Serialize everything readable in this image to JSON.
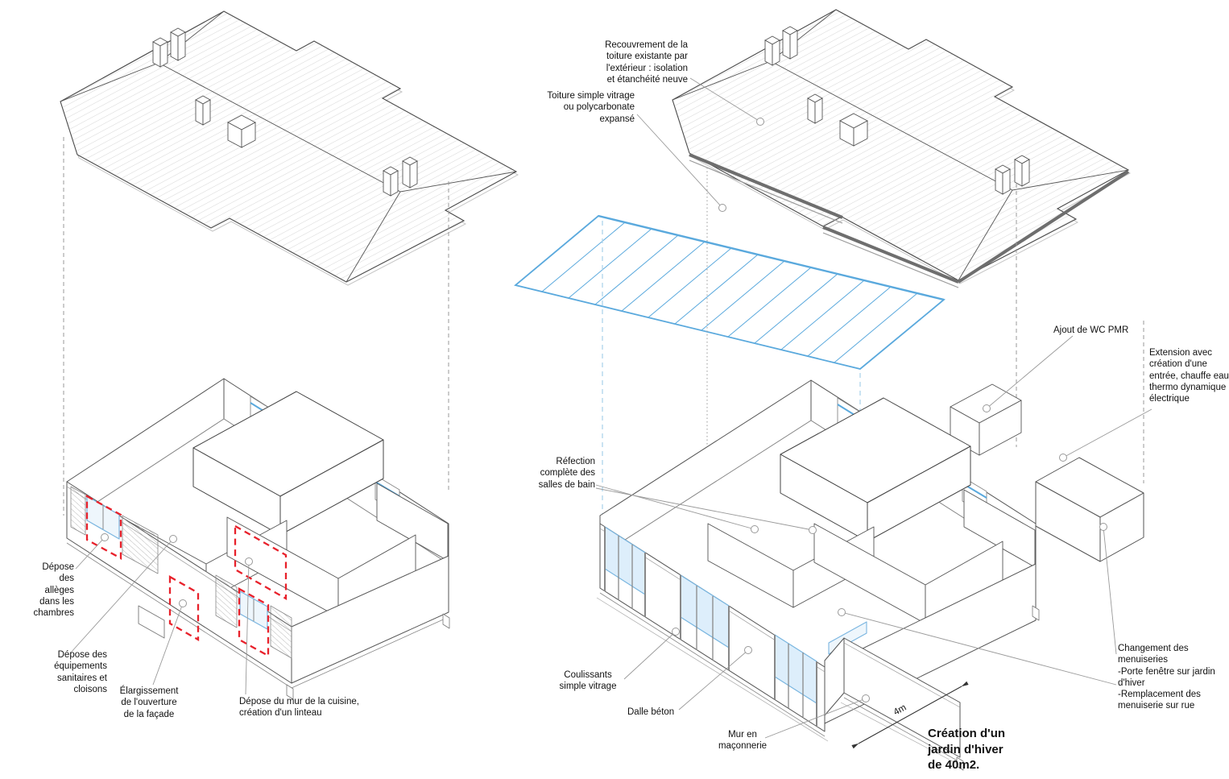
{
  "drawing": {
    "type": "architectural axonometric renovation diagram",
    "views": {
      "left": "existing state with demolitions",
      "right": "project state"
    }
  },
  "colors": {
    "demolition_red": "#e8212b",
    "glazing_blue": "#5aa9dd",
    "glazing_blue_light": "#aed4ec",
    "glass_fill": "#ddeefb",
    "line_dark": "#4a4a4a",
    "line_mid": "#777777",
    "hatch_gray": "#cccccc",
    "leader_gray": "#9a9a9a"
  },
  "left_view": {
    "annotations": {
      "alleges": "Dépose\ndes\nallèges\ndans les\nchambres",
      "equipements": "Dépose des\néquipements\nsanitaires et\ncloisons",
      "elargissement": "Élargissement\nde l'ouverture\nde la façade",
      "mur_cuisine": "Dépose du mur de la cuisine,\ncréation d'un linteau"
    }
  },
  "right_view": {
    "annotations": {
      "recouvrement": "Recouvrement de la\ntoiture existante par\nl'extérieur : isolation\net étanchéité neuve",
      "toiture_vitrage": "Toiture simple vitrage\nou polycarbonate\nexpansé",
      "wc_pmr": "Ajout de WC PMR",
      "extension": "Extension avec\ncréation d'une\nentrée, chauffe eau\nthermo dynamique\nélectrique",
      "refection": "Réfection\ncomplète des\nsalles de bain",
      "coulissants": "Coulissants\nsimple vitrage",
      "dalle_beton": "Dalle béton",
      "mur_maconnerie": "Mur en\nmaçonnerie",
      "menuiseries": "Changement des\nmenuiseries\n-Porte fenêtre sur jardin\nd'hiver\n-Remplacement des\nmenuiserie sur rue"
    },
    "title": "Création d'un\njardin d'hiver\nde 40m2.",
    "dimension_label": "4m"
  }
}
